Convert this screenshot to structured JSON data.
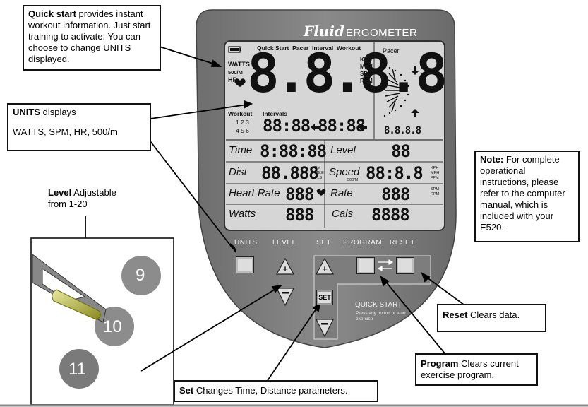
{
  "console": {
    "brand": "Fluid",
    "model": "ERGOMETER",
    "modes": "Quick Start  Pacer  Interval  Workout",
    "left_labels": [
      "WATTS",
      "500/M",
      "HR"
    ],
    "main_digits": "8.8.8.8",
    "units_right": [
      "KPH",
      "MPH",
      "SPM",
      "RPM"
    ],
    "pacer_label": "Pacer",
    "pacer_digits": "8.8.8.8",
    "workout_label": "Workout",
    "workout_numbers_1": "1 2 3",
    "workout_numbers_2": "4 5 6",
    "intervals_label": "Intervals",
    "interval_digits_1": "88:88",
    "interval_digits_2": "88:88",
    "rows": [
      {
        "label": "Time",
        "value": "8:88:88",
        "label2": "Level",
        "value2": "88",
        "unit2": ""
      },
      {
        "label": "Dist",
        "value": "88.888",
        "unit": "KM MILE FLS",
        "label2": "Speed",
        "value2": "88:8.8",
        "unit2": "KPH MPH FPM",
        "sub2": "500/M"
      },
      {
        "label": "Heart Rate",
        "value": "888",
        "label2": "Rate",
        "value2": "888",
        "unit2": "SPM RPM"
      },
      {
        "label": "Watts",
        "value": "888",
        "label2": "Cals",
        "value2": "8888"
      }
    ],
    "buttons": {
      "units": "UNITS",
      "level": "LEVEL",
      "set": "SET",
      "program": "PROGRAM",
      "reset": "RESET",
      "set_center": "SET",
      "quick_start": "QUICK START",
      "quick_start_sub": "Press any button or start exercise"
    }
  },
  "callouts": {
    "quick_start": {
      "title": "Quick start",
      "text": " provides instant workout information. Just start training to activate. You can choose to change UNITS displayed."
    },
    "units": {
      "title": "UNITS",
      "text": " displays",
      "text2": "WATTS, SPM, HR, 500/m"
    },
    "level": {
      "title": "Level",
      "text": " Adjustable from 1-20"
    },
    "note": {
      "title": "Note:",
      "text": "  For complete operational instructions, please refer to the computer manual, which is included with your E520."
    },
    "reset": {
      "title": "Reset",
      "text": "  Clears data."
    },
    "program": {
      "title": "Program",
      "text": " Clears current exercise program."
    },
    "set": {
      "title": "Set",
      "text": " Changes Time, Distance parameters."
    }
  },
  "knob": {
    "numbers": [
      "9",
      "10",
      "11"
    ]
  }
}
